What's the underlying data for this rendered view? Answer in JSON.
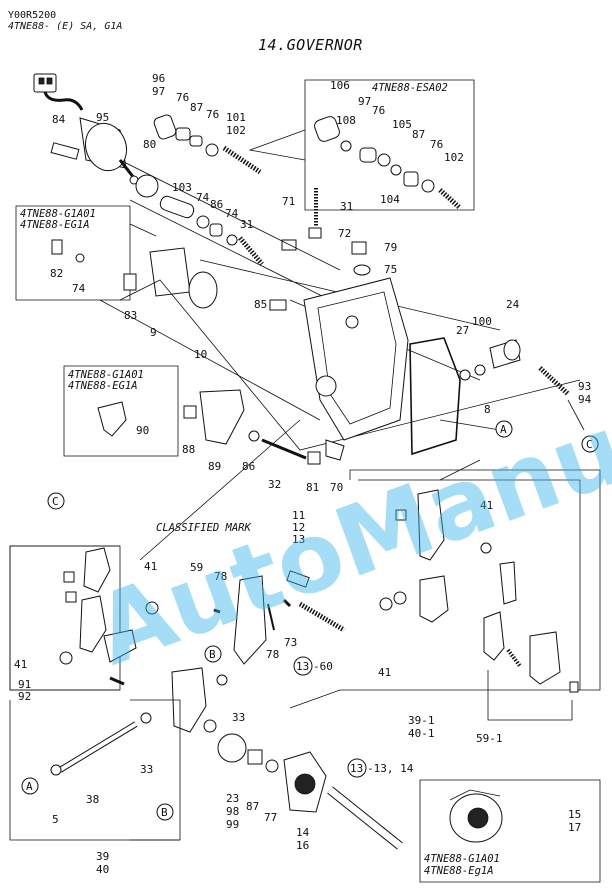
{
  "header": {
    "code": "Y00R5200",
    "model": "4TNE88- (E) SA, G1A",
    "title": "14.GOVERNOR"
  },
  "watermark": {
    "text": "AutoManual",
    "color": "#37b4ec"
  },
  "variant_boxes": {
    "esa02": "4TNE88-ESA02",
    "g1a01": "4TNE88-G1A01",
    "eg1a": "4TNE88-EG1A",
    "g1a01_b": "4TNE88-G1A01",
    "eg1a_b": "4TNE88-EG1A",
    "g1a01_c": "4TNE88-G1A01",
    "eg1a_c": "4TNE88-Eg1A"
  },
  "classified_mark": "CLASSIFIED MARK",
  "circle_refs": {
    "a": "A",
    "b": "B",
    "c": "C",
    "n13": "13"
  },
  "labels": {
    "p96": "96",
    "p97": "97",
    "p76a": "76",
    "p87a": "87",
    "p76b": "76",
    "p101": "101",
    "p102": "102",
    "p84": "84",
    "p95": "95",
    "p80": "80",
    "p106": "106",
    "p108": "108",
    "p97b": "97",
    "p76c": "76",
    "p105": "105",
    "p87b": "87",
    "p76d": "76",
    "p102b": "102",
    "p104": "104",
    "p103": "103",
    "p74a": "74",
    "p86a": "86",
    "p74b": "74",
    "p31a": "31",
    "p71": "71",
    "p31b": "31",
    "p72": "72",
    "p79": "79",
    "p75": "75",
    "p82": "82",
    "p74c": "74",
    "p83": "83",
    "p85": "85",
    "p9": "9",
    "p10": "10",
    "p24": "24",
    "p27": "27",
    "p100": "100",
    "p93": "93",
    "p94": "94",
    "p8": "8",
    "p90": "90",
    "p88": "88",
    "p89": "89",
    "p86b": "86",
    "p32": "32",
    "p81": "81",
    "p70": "70",
    "p11": "11",
    "p12": "12",
    "p13": "13",
    "p41a": "41",
    "p59": "59",
    "p78a": "78",
    "p78b": "78",
    "p73": "73",
    "p1360": "-60",
    "p41b": "41",
    "p91": "91",
    "p92": "92",
    "p33a": "33",
    "p33b": "33",
    "p38": "38",
    "p5": "5",
    "p23": "23",
    "p98": "98",
    "p99": "99",
    "p87c": "87",
    "p77": "77",
    "p14": "14",
    "p16": "16",
    "p1314": "-13, 14",
    "p39": "39",
    "p40": "40",
    "p41c": "41",
    "p41d": "41",
    "p391": "39-1",
    "p401": "40-1",
    "p591": "59-1",
    "p15": "15",
    "p17": "17"
  }
}
